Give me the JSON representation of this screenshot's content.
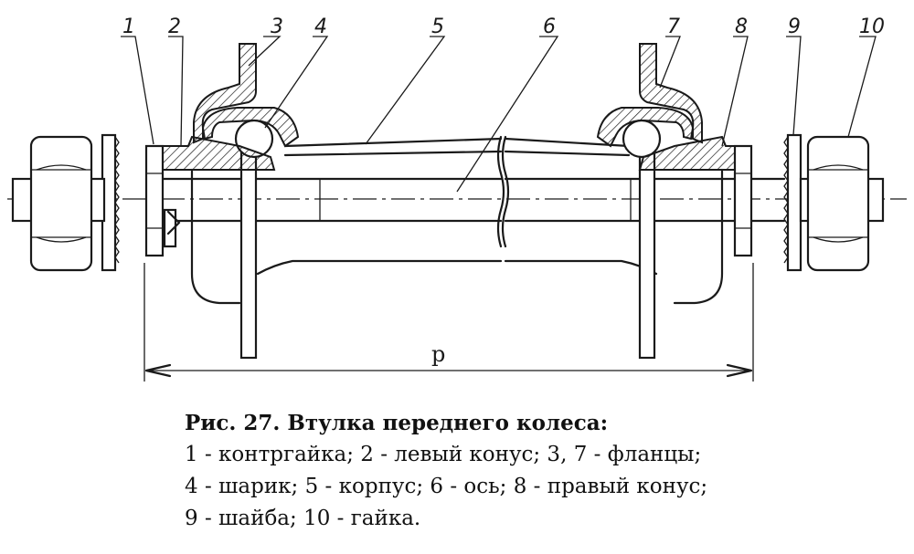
{
  "figure": {
    "caption_title": "Рис. 27. Втулка переднего колеса:",
    "legend_lines": [
      "1 - контргайка; 2 - левый конус; 3, 7 - фланцы;",
      "4 - шарик; 5 - корпус; 6 - ось; 8 - правый конус;",
      "9 - шайба; 10 - гайка."
    ],
    "callout_numbers": [
      "1",
      "2",
      "3",
      "4",
      "5",
      "6",
      "7",
      "8",
      "9",
      "10"
    ],
    "dimension_label": "p"
  }
}
